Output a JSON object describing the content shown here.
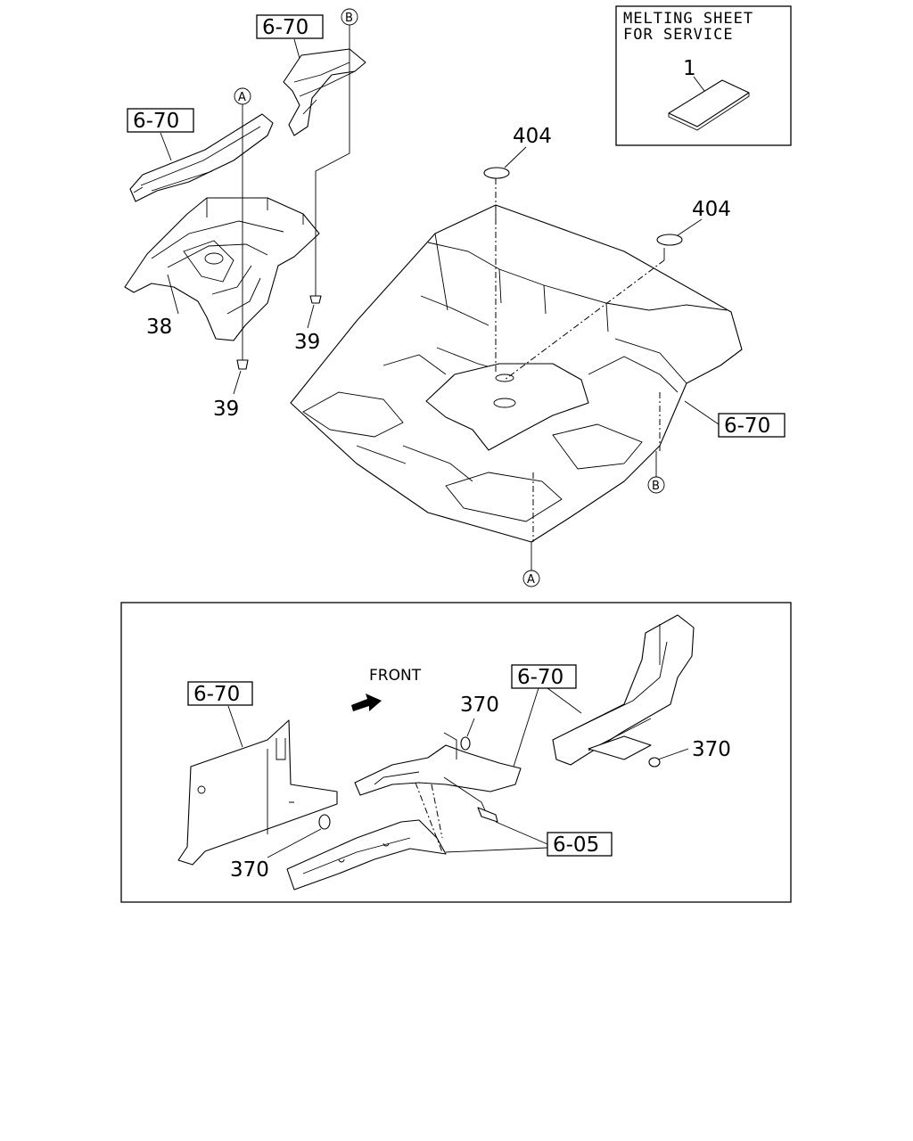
{
  "service_box": {
    "line1": "MELTING SHEET",
    "line2": "FOR SERVICE",
    "item": "1"
  },
  "callouts": {
    "ref_6_70": "6-70",
    "ref_6_05": "6-05",
    "part_38": "38",
    "part_39": "39",
    "part_404": "404",
    "part_370": "370",
    "point_a": "A",
    "point_b": "B"
  },
  "inset": {
    "direction_label": "FRONT"
  }
}
